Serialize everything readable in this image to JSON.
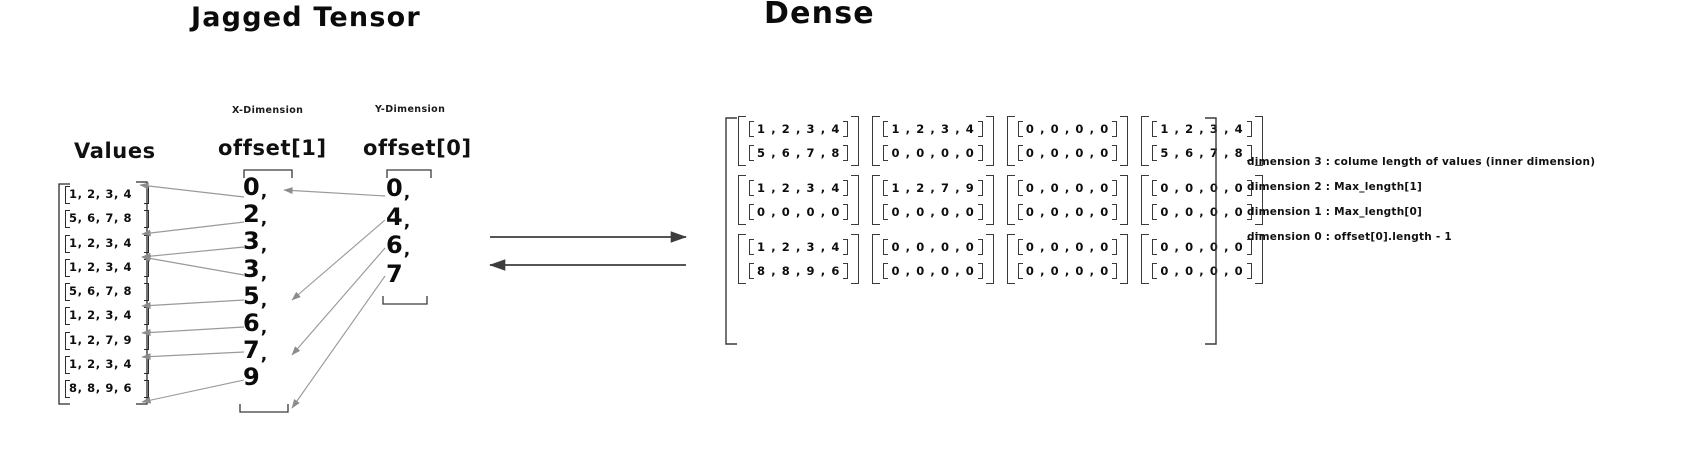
{
  "titles": {
    "jagged": "Jagged Tensor",
    "dense": "Dense"
  },
  "columns": {
    "values_head": "Values",
    "offset1_head": "offset[1]",
    "offset0_head": "offset[0]",
    "offset1_sub": "X-Dimension",
    "offset0_sub": "Y-Dimension"
  },
  "values": [
    "1, 2, 3, 4",
    "5, 6, 7, 8",
    "1, 2, 3, 4",
    "1, 2, 3, 4",
    "5, 6, 7, 8",
    "1, 2, 3, 4",
    "1, 2, 7, 9",
    "1, 2, 3, 4",
    "8, 8, 9, 6"
  ],
  "offset1": [
    "0",
    "2",
    "3",
    "3",
    "5",
    "6",
    "7",
    "9"
  ],
  "offset0": [
    "0",
    "4",
    "6",
    "7"
  ],
  "dense": {
    "rows": [
      [
        [
          "1 , 2 , 3 , 4",
          "5 , 6 , 7 , 8"
        ],
        [
          "1 , 2 , 3 , 4",
          "0 , 0 , 0 , 0"
        ],
        [
          "0 , 0 , 0 , 0",
          "0 , 0 , 0 , 0"
        ],
        [
          "1 , 2 , 3 , 4",
          "5 , 6 , 7 , 8"
        ]
      ],
      [
        [
          "1 , 2 , 3 , 4",
          "0 , 0 , 0 , 0"
        ],
        [
          "1 , 2 , 7 , 9",
          "0 , 0 , 0 , 0"
        ],
        [
          "0 , 0 , 0 , 0",
          "0 , 0 , 0 , 0"
        ],
        [
          "0 , 0 , 0 , 0",
          "0 , 0 , 0 , 0"
        ]
      ],
      [
        [
          "1 , 2 , 3 , 4",
          "8 , 8 , 9 , 6"
        ],
        [
          "0 , 0 , 0 , 0",
          "0 , 0 , 0 , 0"
        ],
        [
          "0 , 0 , 0 , 0",
          "0 , 0 , 0 , 0"
        ],
        [
          "0 , 0 , 0 , 0",
          "0 , 0 , 0 , 0"
        ]
      ]
    ]
  },
  "legend": [
    "dimension 3 : colume length of values (inner dimension)",
    "dimension 2 : Max_length[1]",
    "dimension 1  : Max_length[0]",
    "dimension 0 : offset[0].length - 1"
  ],
  "colors": {
    "ink": "#0d0d0d",
    "arrow": "#8c8c8c",
    "bracket": "#3a3a3a",
    "conversion_arrow": "#3d3d3d"
  }
}
